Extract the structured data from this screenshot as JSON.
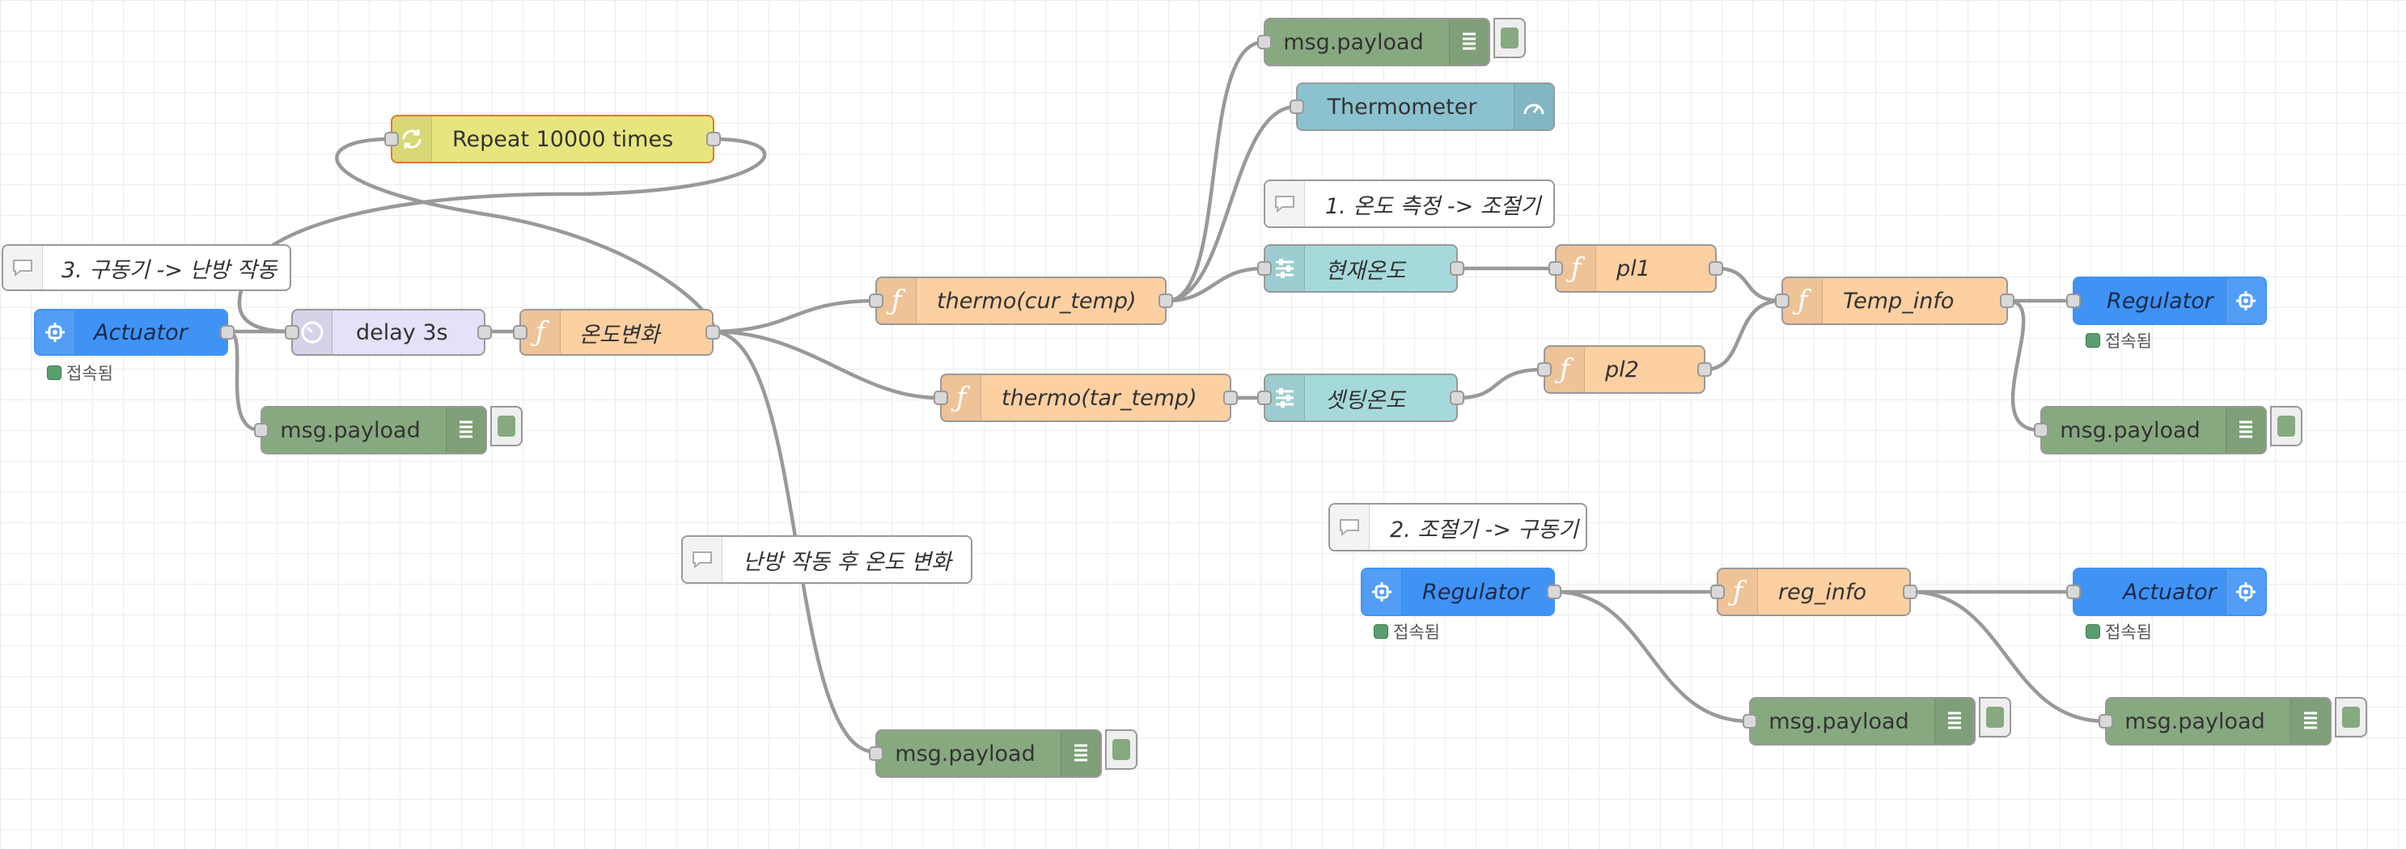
{
  "nodes": {
    "repeat": "Repeat 10000 times",
    "comment_3": "3. 구동기 -> 난방 작동",
    "actuator_left": "Actuator",
    "delay": "delay 3s",
    "temp_change": "온도변화",
    "debug_actuator": "msg.payload",
    "thermo_cur": "thermo(cur_temp)",
    "thermo_tar": "thermo(tar_temp)",
    "debug_top": "msg.payload",
    "thermometer": "Thermometer",
    "comment_1": "1. 온도 측정 -> 조절기",
    "cur_temp": "현재온도",
    "set_temp": "셋팅온도",
    "pl1": "pl1",
    "pl2": "pl2",
    "temp_info": "Temp_info",
    "regulator_right": "Regulator",
    "debug_temp_info": "msg.payload",
    "comment_heating": "난방 작동 후 온도 변화",
    "debug_heating": "msg.payload",
    "comment_2": "2. 조절기 -> 구동기",
    "regulator_mid": "Regulator",
    "reg_info": "reg_info",
    "actuator_right": "Actuator",
    "debug_regulator": "msg.payload",
    "debug_reg_info": "msg.payload"
  },
  "status": {
    "connected": "접속됨"
  },
  "colors": {
    "debug": "#87a980",
    "function": "#fdd0a2",
    "change": "#a6d9db",
    "inject": "#e7e67e",
    "delay": "#e6e0f8",
    "gauge": "#8bc2cf",
    "mqtt": "#3f93f5",
    "wire": "#999999",
    "status_connected": "#5a9e6f"
  },
  "icons": {
    "inject": "repeat-icon",
    "delay": "timer-icon",
    "function": "function-icon",
    "change": "sliders-icon",
    "debug": "list-icon",
    "gauge": "gauge-icon",
    "mqtt": "chip-icon",
    "comment": "speech-bubble-icon"
  }
}
